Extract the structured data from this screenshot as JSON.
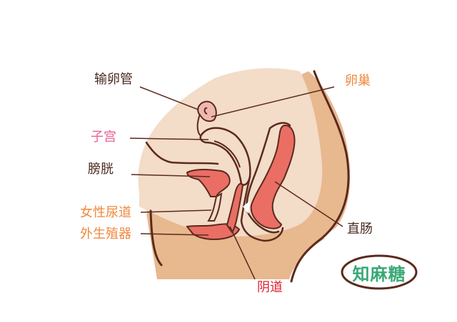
{
  "diagram": {
    "labels": {
      "fallopian_tube": "输卵管",
      "ovary": "卵巢",
      "uterus": "子宫",
      "bladder": "膀胱",
      "urethra": "女性尿道",
      "external_genitalia": "外生殖器",
      "rectum": "直肠",
      "vagina": "阴道"
    },
    "watermark": "知麻糖",
    "colors": {
      "body_skin": "#f3dcc8",
      "body_outer": "#e8b88e",
      "outline": "#5a2a1e",
      "organ_red": "#ea6e64",
      "ovary_pink": "#f0b7b2",
      "leader_line": "#5a2a1e",
      "logo_green": "#3aa876",
      "logo_outline": "#5a2a1e"
    }
  }
}
